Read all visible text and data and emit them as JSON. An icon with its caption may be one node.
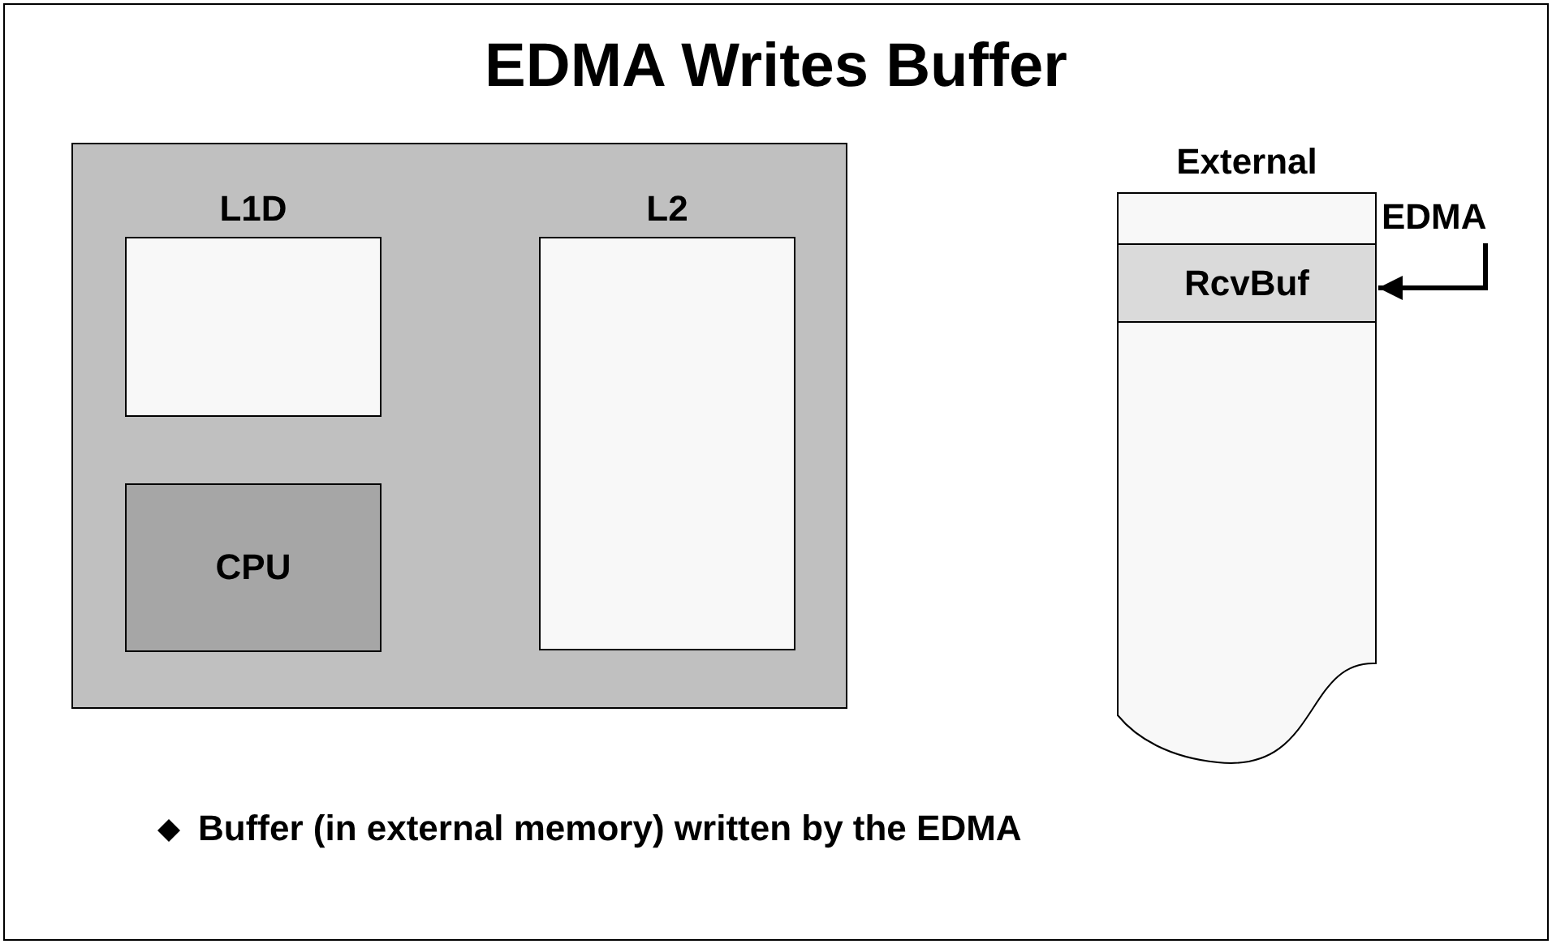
{
  "diagram": {
    "title": "EDMA Writes Buffer",
    "nodes": [
      {
        "text": [],
        "shape": "box"
      },
      {
        "text": [
          "L1D"
        ],
        "in": 0
      },
      {
        "text": [
          "L2"
        ],
        "in": 0
      },
      {
        "text": [
          "CPU"
        ],
        "in": 0
      },
      {
        "text": [
          "External"
        ]
      },
      {
        "text": [
          "RcvBuf"
        ],
        "in": 4
      },
      {
        "text": [
          "EDMA"
        ]
      }
    ],
    "edges": [
      {
        "from": 6,
        "to": 5,
        "arrow": "to"
      }
    ],
    "labels": [
      "Buffer (in external memory) written by the EDMA"
    ]
  }
}
